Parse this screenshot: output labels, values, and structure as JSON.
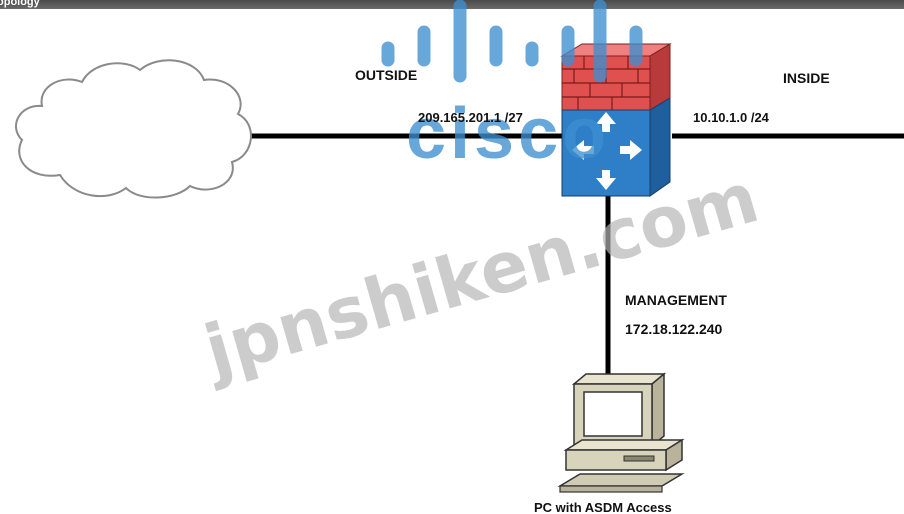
{
  "window": {
    "title": "opology"
  },
  "links": {
    "outside": {
      "name": "OUTSIDE",
      "address": "209.165.201.1 /27"
    },
    "inside": {
      "name": "INSIDE",
      "address": "10.10.1.0 /24"
    },
    "management": {
      "name": "MANAGEMENT",
      "address": "172.18.122.240"
    }
  },
  "devices": {
    "pc": {
      "label": "PC with ASDM Access"
    }
  },
  "watermarks": {
    "logo": "cisco",
    "site": "jpnshiken.com"
  },
  "colors": {
    "link": "#000000",
    "cloud_outline": "#7a7a7a",
    "firewall_brick": "#e0504f",
    "firewall_body": "#2f7fc8",
    "cisco_watermark": "#3d8fd0",
    "site_watermark": "#b5b5b5"
  },
  "icons": [
    "cloud-icon",
    "firewall-icon",
    "pc-icon"
  ]
}
